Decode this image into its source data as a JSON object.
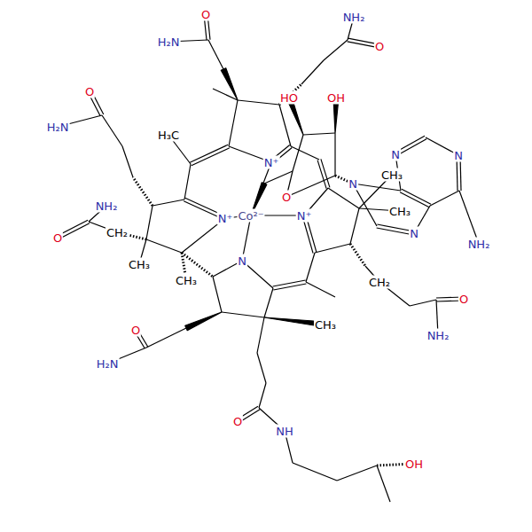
{
  "diagram": {
    "labels": [
      "O",
      "H₂N",
      "NH₂",
      "O",
      "O",
      "H₂N",
      "HO",
      "OH",
      "H₃C",
      "N",
      "N",
      "N⁺",
      "CH₃",
      "N",
      "O",
      "NH₂",
      "CH₃",
      "N⁺",
      "Co²⁻",
      "N⁺",
      "CH₂",
      "N",
      "O",
      "NH₂",
      "N",
      "CH₃",
      "CH₃",
      "CH₂",
      "O",
      "CH₃",
      "O",
      "NH₂",
      "H₂N",
      "O",
      "NH",
      "OH"
    ]
  }
}
